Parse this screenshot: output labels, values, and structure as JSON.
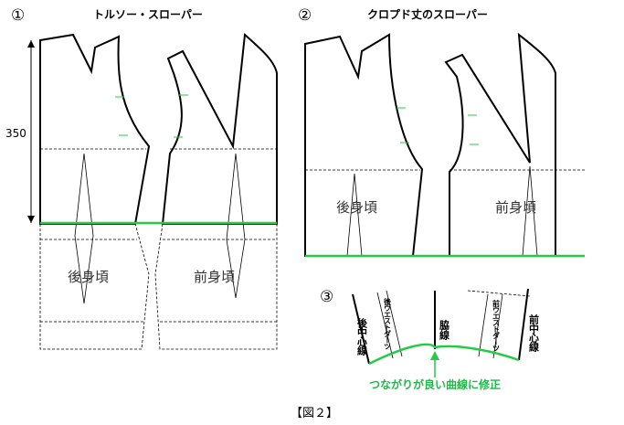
{
  "panel1": {
    "number": "①",
    "title": "トルソー・スローパー",
    "measure": "350",
    "back_label": "後身頃",
    "front_label": "前身頃"
  },
  "panel2": {
    "number": "②",
    "title": "クロプド丈のスローパー",
    "back_label": "後身頃",
    "front_label": "前身頃"
  },
  "panel3": {
    "number": "③",
    "back_center": "後中心線",
    "back_dart": "後ウエストダーツ",
    "side_seam": "脇線",
    "front_dart": "前ウエストダーツ",
    "front_center": "前中心線",
    "note": "つながりが良い曲線に修正"
  },
  "caption": "【図２】",
  "colors": {
    "accent_line": "#22cc44",
    "accent_text": "#22b84a",
    "outline": "#000000"
  }
}
